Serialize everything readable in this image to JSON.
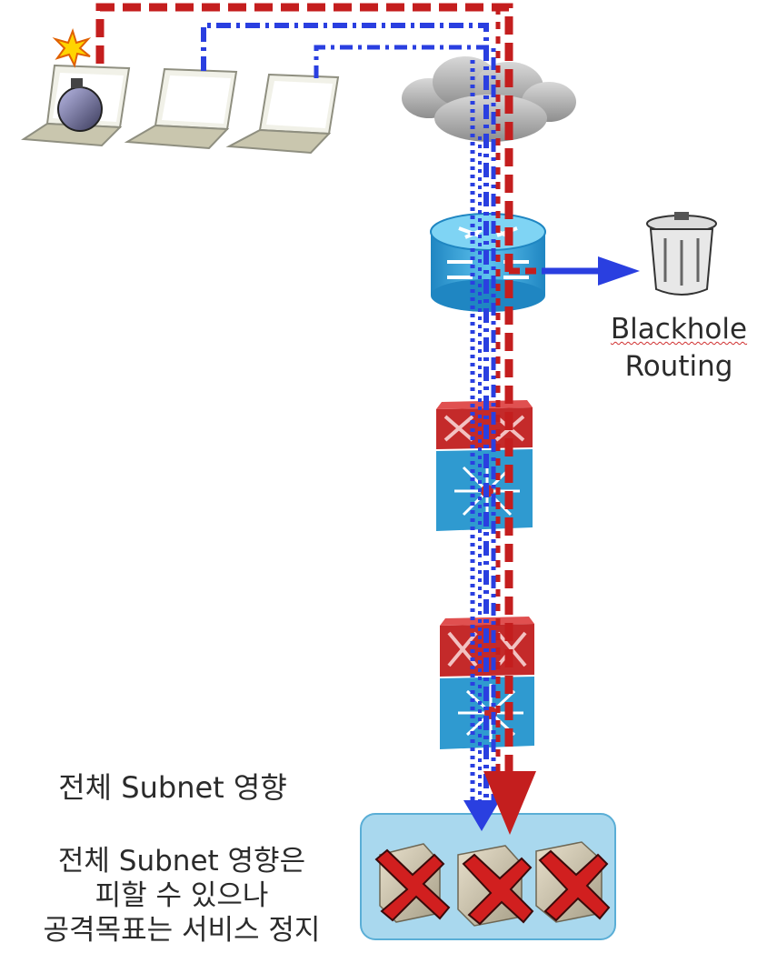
{
  "labels": {
    "blackhole_line1": "Blackhole",
    "blackhole_line2": "Routing",
    "subnet_impact": "전체 Subnet 영향",
    "note_line1": "전체 Subnet 영향은",
    "note_line2": "피할 수 있으나",
    "note_line3": "공격목표는 서비스 정지"
  },
  "colors": {
    "attack_traffic": "#c41e1e",
    "normal_traffic": "#2a3fe0",
    "router_blue": "#2f9fd6",
    "switch_red": "#c42a2a",
    "switch_blue": "#2f9ad0",
    "server_zone": "#a9d8ee"
  },
  "icons": {
    "attacker": "bomb-laptop-icon",
    "client": "laptop-icon",
    "internet": "cloud-icon",
    "router": "router-icon",
    "switch": "layer3-switch-icon",
    "discard": "trash-can-icon",
    "server_down": "server-failed-icon"
  }
}
